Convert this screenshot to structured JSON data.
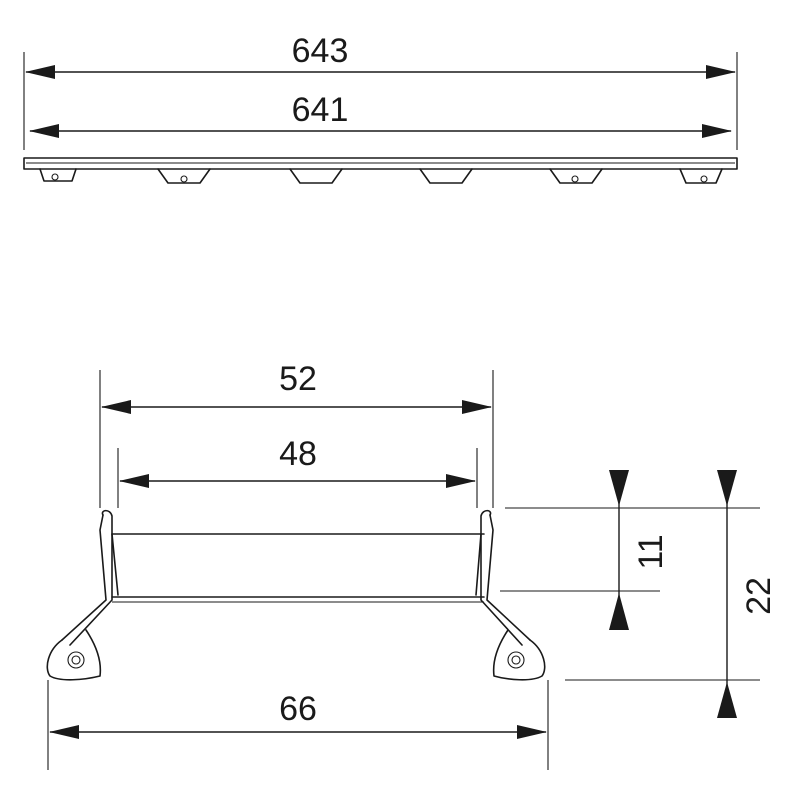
{
  "top_view": {
    "dim_overall": "643",
    "dim_inner": "641"
  },
  "cross_section": {
    "dim_top_outer": "52",
    "dim_top_inner": "48",
    "dim_bottom": "66",
    "dim_height_grate": "11",
    "dim_height_total": "22"
  },
  "colors": {
    "line": "#1a1a1a",
    "background": "#ffffff"
  }
}
